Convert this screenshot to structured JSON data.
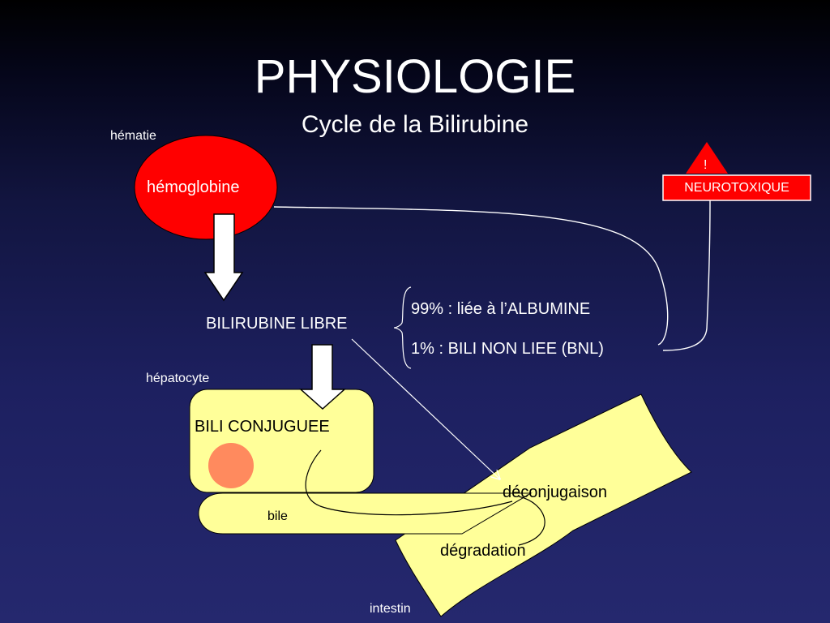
{
  "slide": {
    "title": "PHYSIOLOGIE",
    "subtitle": "Cycle de la Bilirubine"
  },
  "nodes": {
    "hematie_label": "hématie",
    "hemoglobine": "hémoglobine",
    "bilirubine_libre": "BILIRUBINE LIBRE",
    "albumine_bound": "99% : liée à l’ALBUMINE",
    "non_liee": "1% : BILI NON LIEE (BNL)",
    "hepatocyte_label": "hépatocyte",
    "bili_conjuguee": "BILI CONJUGUEE",
    "bile_label": "bile",
    "deconjugaison": "déconjugaison",
    "degradation": "dégradation",
    "intestin_label": "intestin"
  },
  "warning": {
    "symbol": "!",
    "text": "NEUROTOXIQUE"
  },
  "colors": {
    "hemoglobin_red": "#ff0000",
    "organ_yellow": "#ffff99",
    "nucleus_salmon": "#ff8a5e",
    "background_navy": "#1d2060",
    "text_white": "#ffffff"
  }
}
